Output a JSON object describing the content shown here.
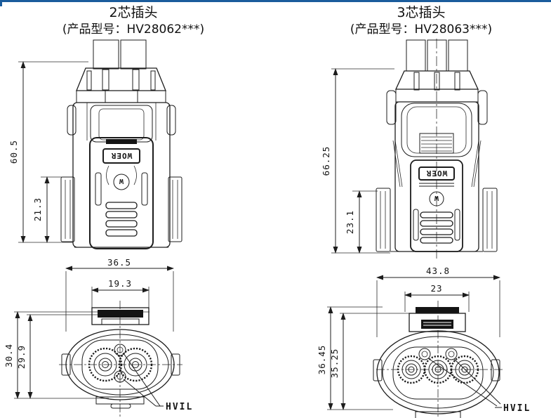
{
  "page": {
    "top_border_color": "#1a5c9c",
    "background": "#ffffff"
  },
  "left": {
    "title": "2芯插头",
    "subtitle": "(产品型号：HV28062***)",
    "side_view": {
      "brand_label": "WOER",
      "logo_letter": "W",
      "dims": {
        "overall_height": "60.5",
        "flange_height": "21.3"
      }
    },
    "face_view": {
      "dims": {
        "overall_width": "36.5",
        "cap_width": "19.3",
        "overall_height": "30.4",
        "inner_height": "29.9"
      },
      "hvil_label": "HVIL"
    }
  },
  "right": {
    "title": "3芯插头",
    "subtitle": "(产品型号：HV28063***)",
    "side_view": {
      "brand_label": "WOER",
      "logo_letter": "W",
      "dims": {
        "overall_height": "66.25",
        "flange_height": "23.1"
      }
    },
    "face_view": {
      "dims": {
        "overall_width": "43.8",
        "cap_width": "23",
        "overall_height": "36.45",
        "inner_height": "35.25"
      },
      "hvil_label": "HVIL"
    }
  }
}
